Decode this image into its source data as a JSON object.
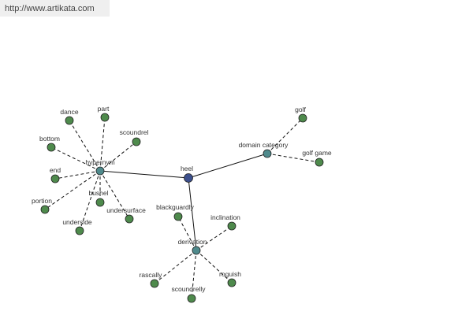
{
  "header": {
    "url": "http://www.artikata.com"
  },
  "colors": {
    "center": "#3c4f8c",
    "hub": "#4f8a8c",
    "leaf": "#4e8a4c",
    "outline": "#222222"
  },
  "graph": {
    "nodes": [
      {
        "id": "heel",
        "label": "heel",
        "kind": "center"
      },
      {
        "id": "hypernym",
        "label": "hypernym",
        "kind": "hub"
      },
      {
        "id": "domain",
        "label": "domain category",
        "kind": "hub"
      },
      {
        "id": "derivation",
        "label": "derivation",
        "kind": "hub"
      },
      {
        "id": "dance",
        "label": "dance",
        "kind": "leaf"
      },
      {
        "id": "part",
        "label": "part",
        "kind": "leaf"
      },
      {
        "id": "scoundrel",
        "label": "scoundrel",
        "kind": "leaf"
      },
      {
        "id": "bottom",
        "label": "bottom",
        "kind": "leaf"
      },
      {
        "id": "end",
        "label": "end",
        "kind": "leaf"
      },
      {
        "id": "portion",
        "label": "portion",
        "kind": "leaf"
      },
      {
        "id": "underside",
        "label": "underside",
        "kind": "leaf"
      },
      {
        "id": "bushel",
        "label": "bushel",
        "kind": "leaf"
      },
      {
        "id": "undersurface",
        "label": "undersurface",
        "kind": "leaf"
      },
      {
        "id": "golf",
        "label": "golf",
        "kind": "leaf"
      },
      {
        "id": "golfgame",
        "label": "golf game",
        "kind": "leaf"
      },
      {
        "id": "blackguardly",
        "label": "blackguardly",
        "kind": "leaf"
      },
      {
        "id": "inclination",
        "label": "inclination",
        "kind": "leaf"
      },
      {
        "id": "rascally",
        "label": "rascally",
        "kind": "leaf"
      },
      {
        "id": "scoundrelly",
        "label": "scoundrelly",
        "kind": "leaf"
      },
      {
        "id": "roguish",
        "label": "roguish",
        "kind": "leaf"
      }
    ],
    "edges": [
      {
        "from": "heel",
        "to": "hypernym",
        "style": "solid"
      },
      {
        "from": "heel",
        "to": "domain",
        "style": "solid"
      },
      {
        "from": "heel",
        "to": "derivation",
        "style": "solid"
      },
      {
        "from": "hypernym",
        "to": "dance",
        "style": "dashed"
      },
      {
        "from": "hypernym",
        "to": "part",
        "style": "dashed"
      },
      {
        "from": "hypernym",
        "to": "scoundrel",
        "style": "dashed"
      },
      {
        "from": "hypernym",
        "to": "bottom",
        "style": "dashed"
      },
      {
        "from": "hypernym",
        "to": "end",
        "style": "dashed"
      },
      {
        "from": "hypernym",
        "to": "portion",
        "style": "dashed"
      },
      {
        "from": "hypernym",
        "to": "underside",
        "style": "dashed"
      },
      {
        "from": "hypernym",
        "to": "bushel",
        "style": "dashed"
      },
      {
        "from": "hypernym",
        "to": "undersurface",
        "style": "dashed"
      },
      {
        "from": "domain",
        "to": "golf",
        "style": "dashed"
      },
      {
        "from": "domain",
        "to": "golfgame",
        "style": "dashed"
      },
      {
        "from": "derivation",
        "to": "blackguardly",
        "style": "dashed"
      },
      {
        "from": "derivation",
        "to": "inclination",
        "style": "dashed"
      },
      {
        "from": "derivation",
        "to": "rascally",
        "style": "dashed"
      },
      {
        "from": "derivation",
        "to": "scoundrelly",
        "style": "dashed"
      },
      {
        "from": "derivation",
        "to": "roguish",
        "style": "dashed"
      }
    ]
  }
}
